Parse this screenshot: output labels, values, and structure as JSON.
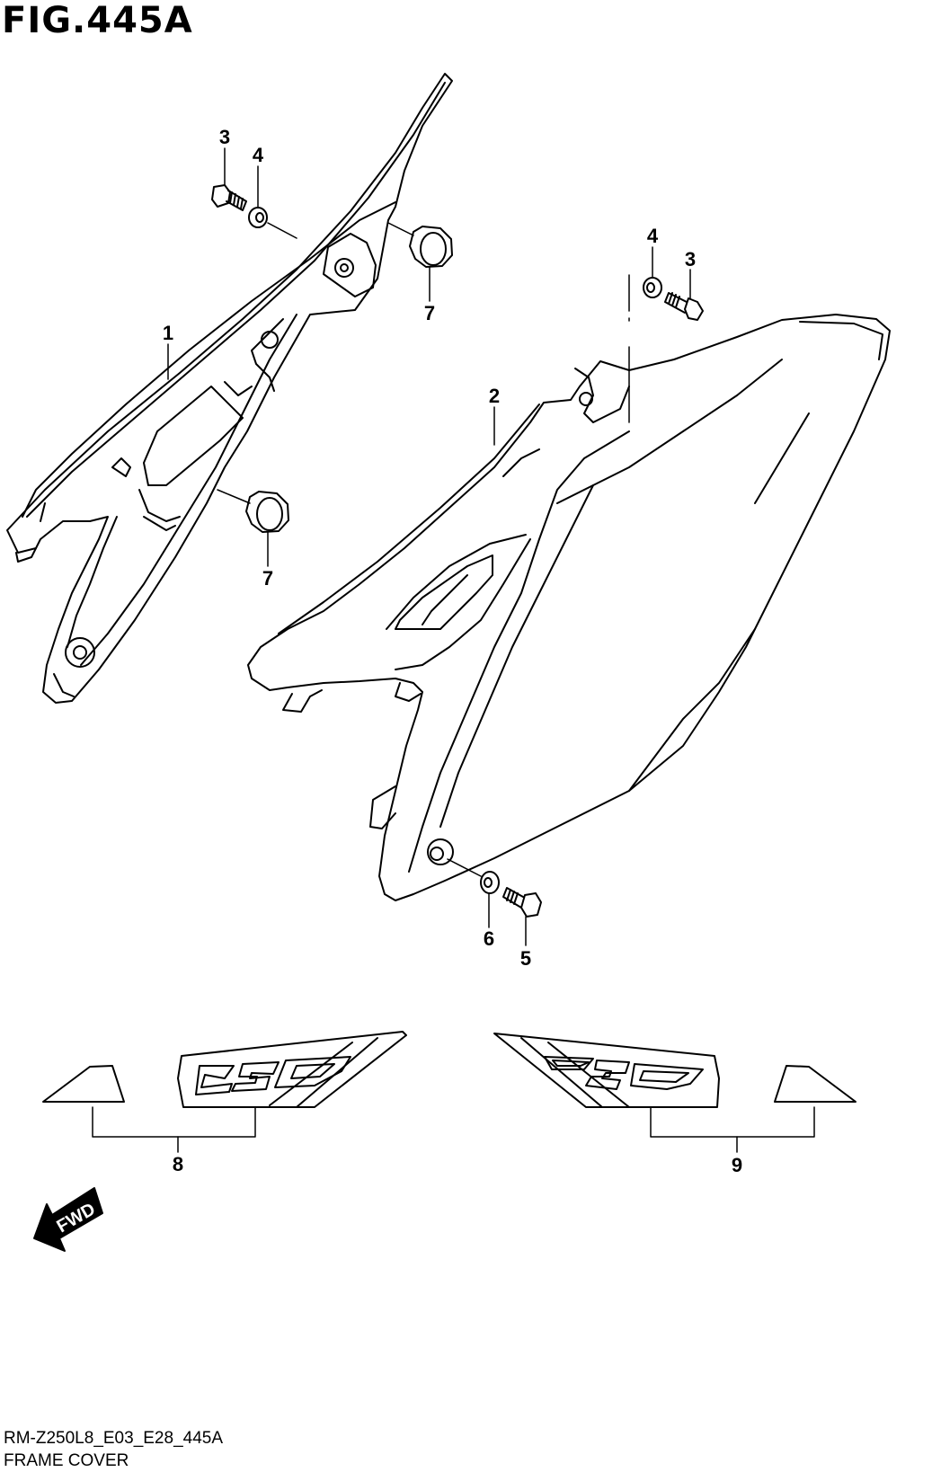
{
  "figure": {
    "title": "FIG.445A",
    "model_code": "RM-Z250L8_E03_E28_445A",
    "section_name": "FRAME COVER"
  },
  "callouts": {
    "c1": "1",
    "c2": "2",
    "c3a": "3",
    "c3b": "3",
    "c4a": "4",
    "c4b": "4",
    "c5": "5",
    "c6": "6",
    "c7a": "7",
    "c7b": "7",
    "c8": "8",
    "c9": "9"
  },
  "fwd_arrow": {
    "label": "FWD"
  },
  "icons": [
    "frame-cover-left",
    "frame-cover-right",
    "bolt",
    "washer",
    "grommet",
    "emblem-decal",
    "fwd-arrow"
  ]
}
